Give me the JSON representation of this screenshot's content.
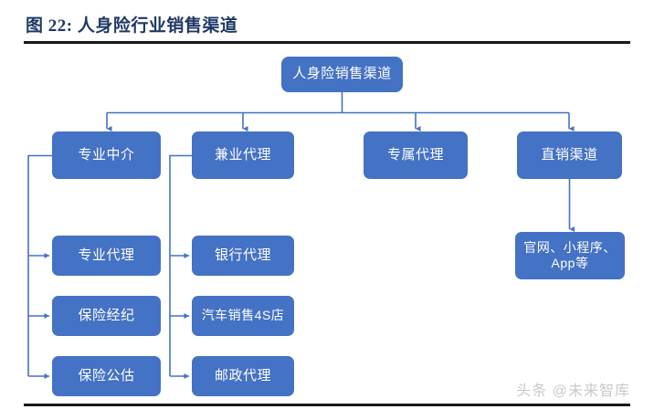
{
  "figure": {
    "title": "图 22: 人身险行业销售渠道",
    "accent_color": "#4472C4",
    "title_color": "#1F3864",
    "rule_color": "#17181A",
    "node_text_color": "#FFFFFF",
    "connector_color": "#4472C4"
  },
  "chart_data": {
    "type": "diagram",
    "diagram_kind": "tree-org-chart",
    "title": "图 22: 人身险行业销售渠道",
    "orientation": "top-down",
    "root": "人身险销售渠道",
    "nodes": [
      {
        "id": "root",
        "label": "人身险销售渠道",
        "level": 1,
        "parent": null
      },
      {
        "id": "n1",
        "label": "专业中介",
        "level": 2,
        "parent": "root"
      },
      {
        "id": "n2",
        "label": "兼业代理",
        "level": 2,
        "parent": "root"
      },
      {
        "id": "n3",
        "label": "专属代理",
        "level": 2,
        "parent": "root"
      },
      {
        "id": "n4",
        "label": "直销渠道",
        "level": 2,
        "parent": "root"
      },
      {
        "id": "n1a",
        "label": "专业代理",
        "level": 3,
        "parent": "n1"
      },
      {
        "id": "n1b",
        "label": "保险经纪",
        "level": 3,
        "parent": "n1"
      },
      {
        "id": "n1c",
        "label": "保险公估",
        "level": 3,
        "parent": "n1"
      },
      {
        "id": "n2a",
        "label": "银行代理",
        "level": 3,
        "parent": "n2"
      },
      {
        "id": "n2b",
        "label": "汽车销售4S店",
        "level": 3,
        "parent": "n2"
      },
      {
        "id": "n2c",
        "label": "邮政代理",
        "level": 3,
        "parent": "n2"
      },
      {
        "id": "n4a",
        "label": "官网、小程序、\nApp等",
        "level": 3,
        "parent": "n4"
      }
    ],
    "edges": [
      {
        "from": "root",
        "to": "n1"
      },
      {
        "from": "root",
        "to": "n2"
      },
      {
        "from": "root",
        "to": "n3"
      },
      {
        "from": "root",
        "to": "n4"
      },
      {
        "from": "n1",
        "to": "n1a"
      },
      {
        "from": "n1",
        "to": "n1b"
      },
      {
        "from": "n1",
        "to": "n1c"
      },
      {
        "from": "n2",
        "to": "n2a"
      },
      {
        "from": "n2",
        "to": "n2b"
      },
      {
        "from": "n2",
        "to": "n2c"
      },
      {
        "from": "n4",
        "to": "n4a"
      }
    ]
  },
  "nodes": {
    "root": "人身险销售渠道",
    "level2": {
      "a": "专业中介",
      "b": "兼业代理",
      "c": "专属代理",
      "d": "直销渠道"
    },
    "col1": {
      "r1": "专业代理",
      "r2": "保险经纪",
      "r3": "保险公估"
    },
    "col2": {
      "r1": "银行代理",
      "r2": "汽车销售4S店",
      "r3": "邮政代理"
    },
    "col4": {
      "r1": "官网、小程序、\nApp等"
    }
  },
  "watermark": {
    "text": "头条 @未来智库"
  }
}
